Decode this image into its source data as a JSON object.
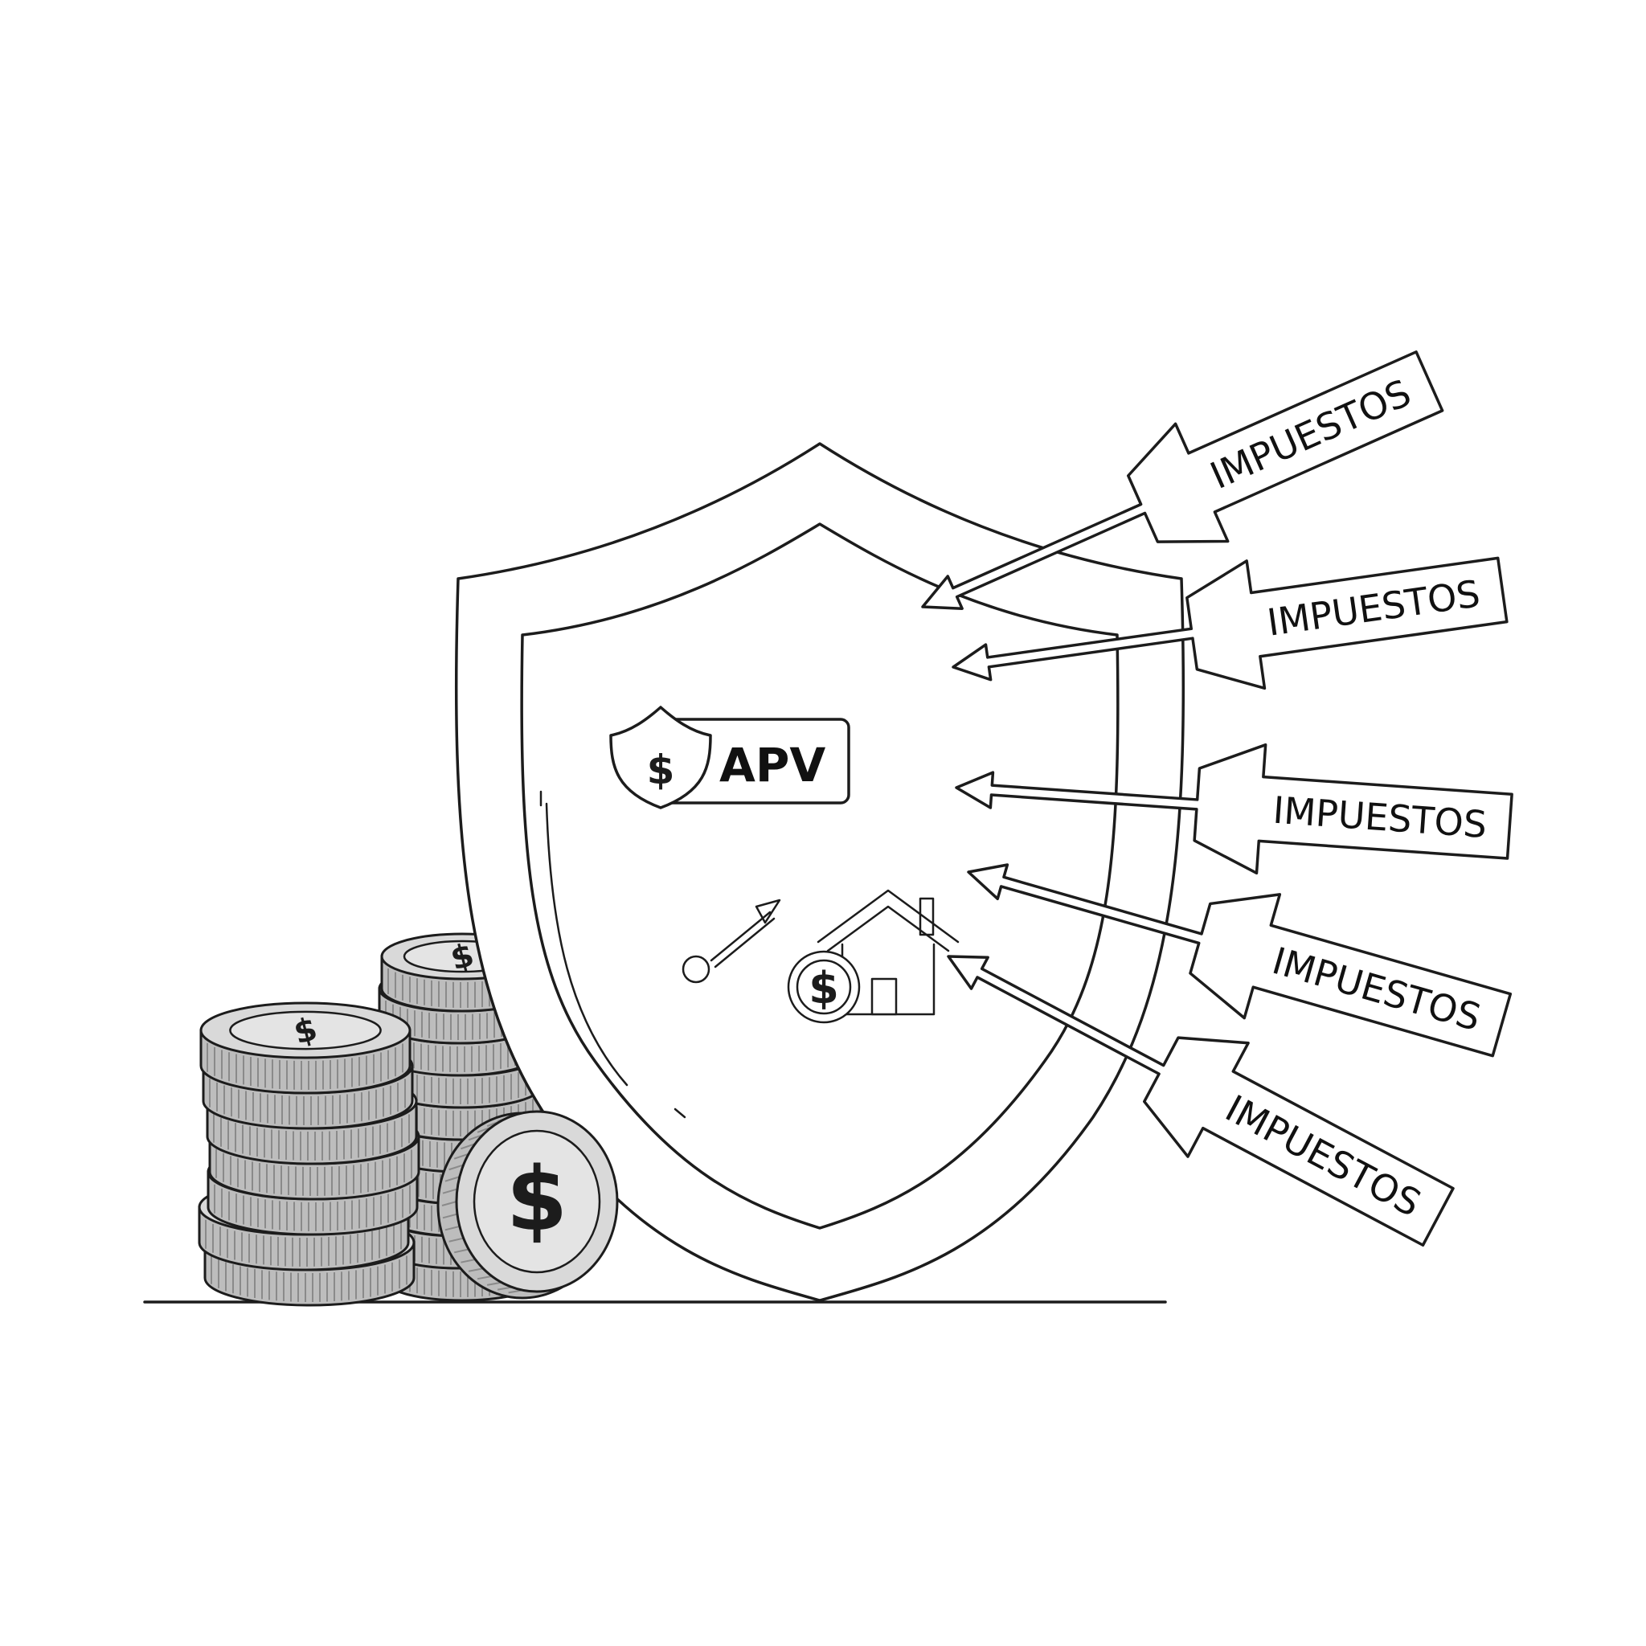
{
  "badge": {
    "text": "APV",
    "glyph": "$"
  },
  "arrows": [
    {
      "label": "IMPUESTOS"
    },
    {
      "label": "IMPUESTOS"
    },
    {
      "label": "IMPUESTOS"
    },
    {
      "label": "IMPUESTOS"
    },
    {
      "label": "IMPUESTOS"
    }
  ],
  "coins": {
    "glyph": "$"
  },
  "house": {
    "glyph": "$"
  },
  "icons": [
    "shield-icon",
    "dollar-shield-icon",
    "growth-arrow-icon",
    "house-icon",
    "dollar-coin-icon",
    "coin-stack-icon",
    "arrow-icon"
  ],
  "colors": {
    "ink": "#1c1c1c",
    "coin_fill": "#d9d9d9",
    "coin_edge": "#bdbdbd",
    "background": "#ffffff"
  }
}
